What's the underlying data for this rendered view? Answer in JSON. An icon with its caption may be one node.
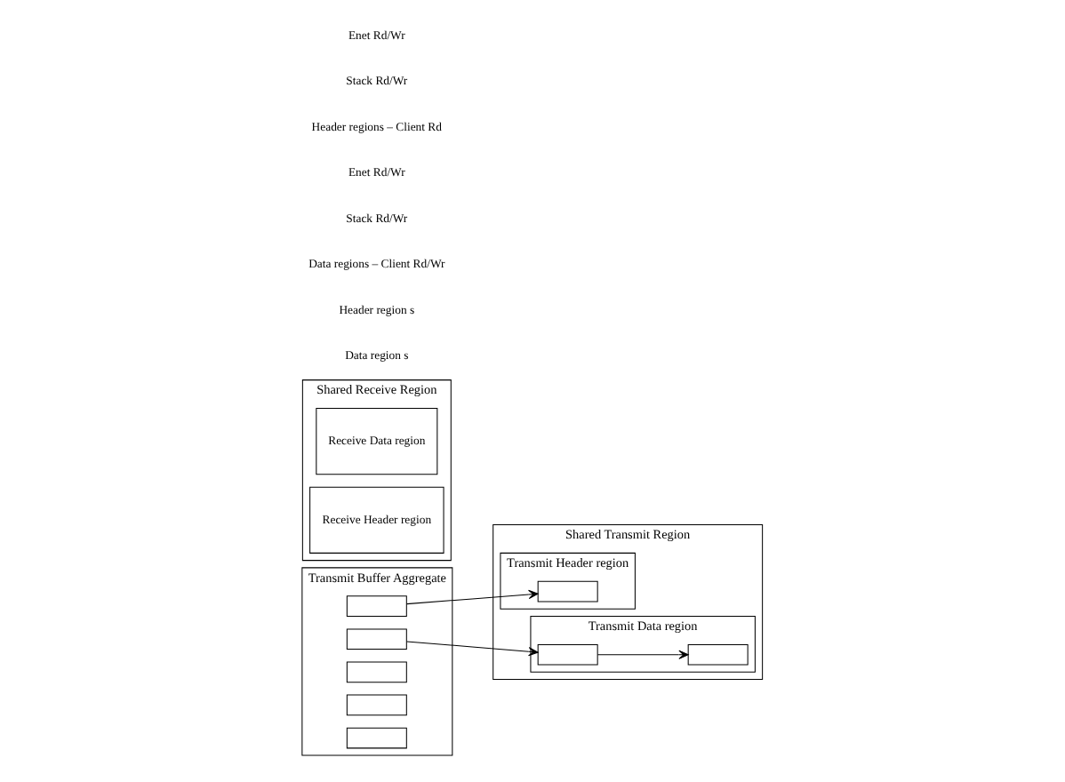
{
  "diagram": {
    "nodes": [
      {
        "text": [
          "Transmit Buffer Aggregate"
        ]
      },
      {
        "text": [],
        "shape": "box",
        "in": 0
      },
      {
        "text": [],
        "shape": "box",
        "in": 0
      },
      {
        "text": [],
        "shape": "box",
        "in": 0
      },
      {
        "text": [],
        "shape": "box",
        "in": 0
      },
      {
        "text": [],
        "shape": "box",
        "in": 0
      },
      {
        "text": [
          "Shared Transmit Region"
        ]
      },
      {
        "text": [
          "Transmit Data region"
        ],
        "in": 6
      },
      {
        "text": [],
        "shape": "box",
        "in": 7
      },
      {
        "text": [],
        "shape": "box",
        "in": 7
      },
      {
        "text": [
          "Transmit Header region"
        ],
        "in": 6
      },
      {
        "text": [],
        "shape": "box",
        "in": 10
      },
      {
        "text": [
          "Shared Receive Region"
        ]
      },
      {
        "text": [
          "Receive Data region"
        ],
        "in": 12
      },
      {
        "text": [
          "Receive Header region"
        ],
        "in": 12
      }
    ],
    "edges": [
      {
        "from": 1,
        "to": 11,
        "arrow": "to"
      },
      {
        "from": 2,
        "to": 8,
        "arrow": "to"
      },
      {
        "from": 8,
        "to": 9,
        "arrow": "to"
      }
    ],
    "labels": [
      "Data region s",
      "Header region s",
      "Data regions – Client Rd/Wr",
      "Stack Rd/Wr",
      "Enet Rd/Wr",
      "Header regions – Client Rd",
      "Stack Rd/Wr",
      "Enet Rd/Wr"
    ]
  }
}
